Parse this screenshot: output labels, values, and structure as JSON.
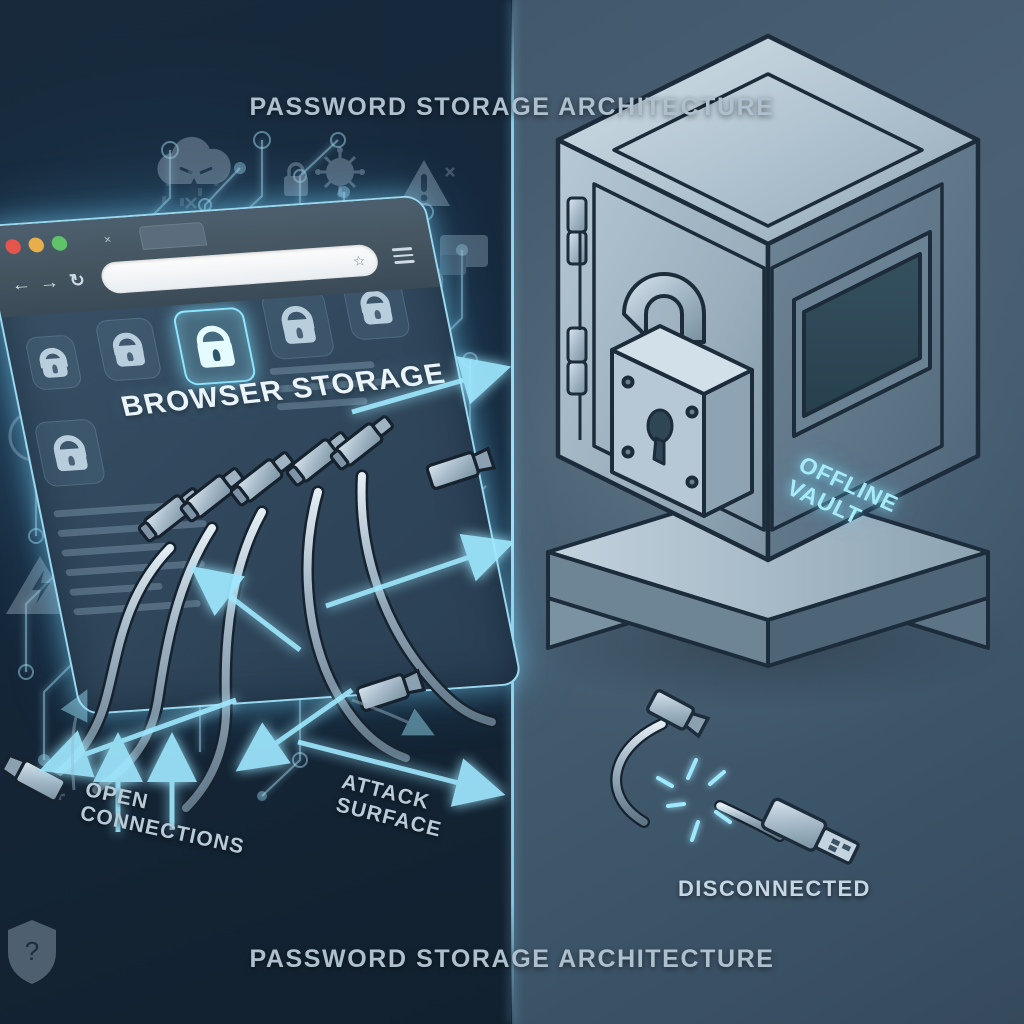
{
  "titles": {
    "top": "PASSWORD STORAGE ARCHITECTURE",
    "bottom": "PASSWORD STORAGE ARCHITECTURE"
  },
  "left_panel": {
    "name": "browser-storage-side",
    "screen_label": "BROWSER STORAGE",
    "callouts": {
      "open_connections_line1": "OPEN",
      "open_connections_line2": "CONNECTIONS",
      "attack_surface_line1": "ATTACK",
      "attack_surface_line2": "SURFACE"
    },
    "browser": {
      "traffic_lights": [
        "red",
        "yellow",
        "green"
      ],
      "nav_back": "←",
      "nav_forward": "→",
      "nav_reload": "↻",
      "tab_close": "×",
      "star": "☆",
      "url_value": "",
      "url_placeholder": ""
    },
    "threat_icons": [
      "angry-cloud-icon",
      "virus-icon",
      "warning-triangle-icon",
      "padlock-icon",
      "bomb-icon",
      "lightning-bolt-icon",
      "fingerprint-icon",
      "shield-question-icon",
      "lock-circle-icon",
      "bug-icon",
      "window-icon"
    ],
    "lock_tiles": 5,
    "glowing_lock_index": 2,
    "cable_count": 5,
    "arrow_count": 7
  },
  "right_panel": {
    "name": "offline-vault-side",
    "vault_screen_line1": "OFFLINE",
    "vault_screen_line2": "VAULT",
    "callout_disconnected": "DISCONNECTED",
    "cable_state": "severed",
    "spark_marks": 6
  },
  "colors": {
    "left_bg": "#17293b",
    "right_bg": "#475d70",
    "divider_glow": "#8ed9f0",
    "accent_cyan": "#8ee6ff",
    "title_text": "#aebfcd",
    "metal_light": "#c3d3df",
    "metal_mid": "#8fa3b4",
    "metal_dark": "#4e6477",
    "outline": "#1d2c3b",
    "vault_screen_text": "#a8ecfb"
  }
}
